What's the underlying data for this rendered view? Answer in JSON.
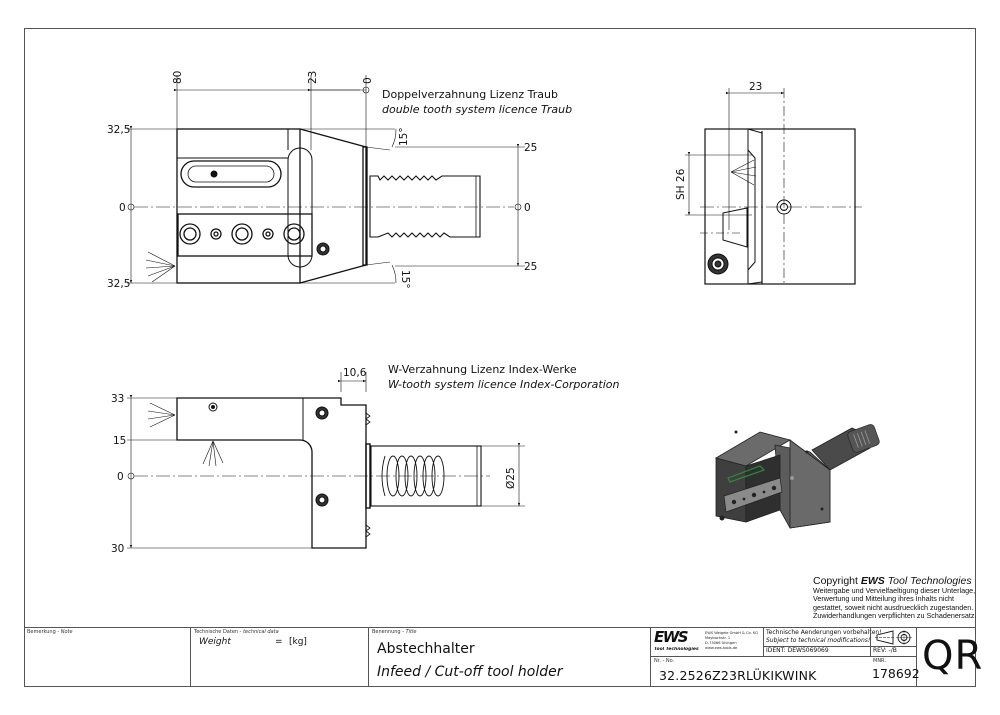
{
  "drawing": {
    "front_view": {
      "top_dims": [
        "80",
        "23",
        "0"
      ],
      "left_dims": [
        "32,5",
        "0",
        "32,5"
      ],
      "right_dims": [
        "25",
        "0",
        "25"
      ],
      "angle_top": "15°",
      "angle_bottom": "15°",
      "note_de": "Doppelverzahnung Lizenz Traub",
      "note_en": "double tooth system licence Traub"
    },
    "side_view": {
      "top_dim": "23",
      "sh_dim": "SH 26"
    },
    "bottom_view": {
      "top_dim": "10,6",
      "left_dims": [
        "33",
        "15",
        "0",
        "30"
      ],
      "diameter_dim": "Ø25",
      "note_de": "W-Verzahnung Lizenz Index-Werke",
      "note_en": "W-tooth system licence Index-Corporation"
    }
  },
  "copyright": {
    "prefix": "Copyright ",
    "brand": "EWS",
    "suffix": " Tool Technologies",
    "lines": [
      "Weitergabe und Vervielfaeltigung dieser Unterlage,",
      "Verwertung und Mitteilung ihres Inhalts nicht",
      "gestattet, soweit nicht ausdruecklich zugestanden.",
      "Zuwiderhandlungen verpflichten zu Schadenersatz."
    ]
  },
  "title_block": {
    "note_label_de": "Bemerkung - ",
    "note_label_en": "Note",
    "tech_label_de": "Technische Daten - ",
    "tech_label_en": "technical data",
    "weight_label": "Weight",
    "weight_eq": "=",
    "weight_unit": "[kg]",
    "title_label_de": "Benennung - ",
    "title_label_en": "Title",
    "title_de": "Abstechhalter",
    "title_en": "Infeed / Cut-off tool holder",
    "logo": "EWS",
    "logo_sub": "Tool Technologies",
    "address": [
      "EWS Weigele GmbH & Co. KG",
      "Maybachstr. 1",
      "D-73066 Uhingen",
      "www.ews-tools.de"
    ],
    "notice_de": "Technische Aenderungen vorbehalten!",
    "notice_en": "Subject to technical modifications!",
    "ident_label": "IDENT:",
    "ident_value": "DEWS069069",
    "rev_label": "REV:",
    "rev_value": "-/B",
    "nr_label": "Nr. - No.",
    "part_number": "32.2526Z23RLÜKIKWINK",
    "mnr_label": "MNR.",
    "mnr_value": "178692",
    "qr": "QR"
  }
}
